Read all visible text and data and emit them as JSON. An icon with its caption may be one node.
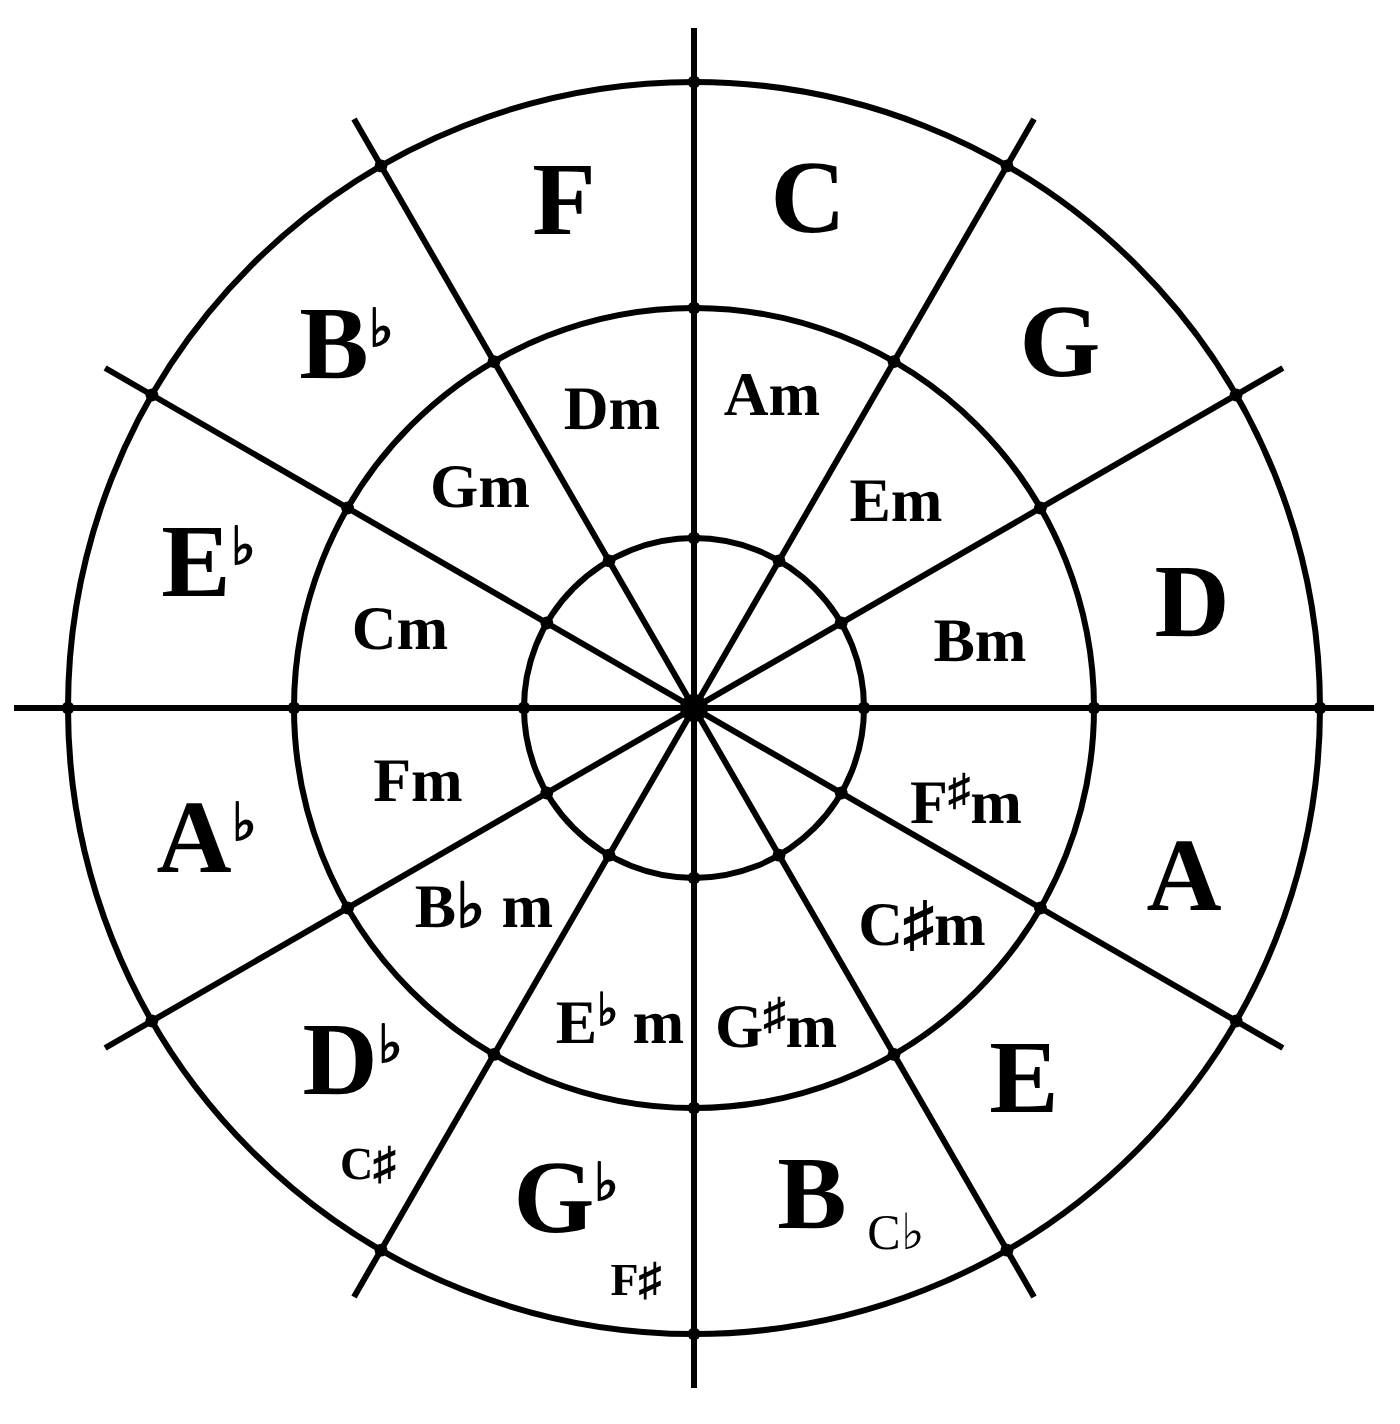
{
  "diagram": {
    "labels": [
      "F",
      "C",
      "B$^{♭}$",
      "G",
      "Dm",
      "Am",
      "Gm",
      "Em",
      "E$^{♭}$",
      "D",
      "Cm",
      "Bm",
      "Fm",
      "F$^{♯}$m",
      "A$^{♭}$",
      "B♭ m",
      "C♯m",
      "A",
      "E$^{♭}$ m",
      "G$^{♯}$m",
      "D$^{♭}$",
      "E",
      "C♯",
      "G$^{♭}$",
      "B",
      "C♭",
      "F♯"
    ]
  }
}
